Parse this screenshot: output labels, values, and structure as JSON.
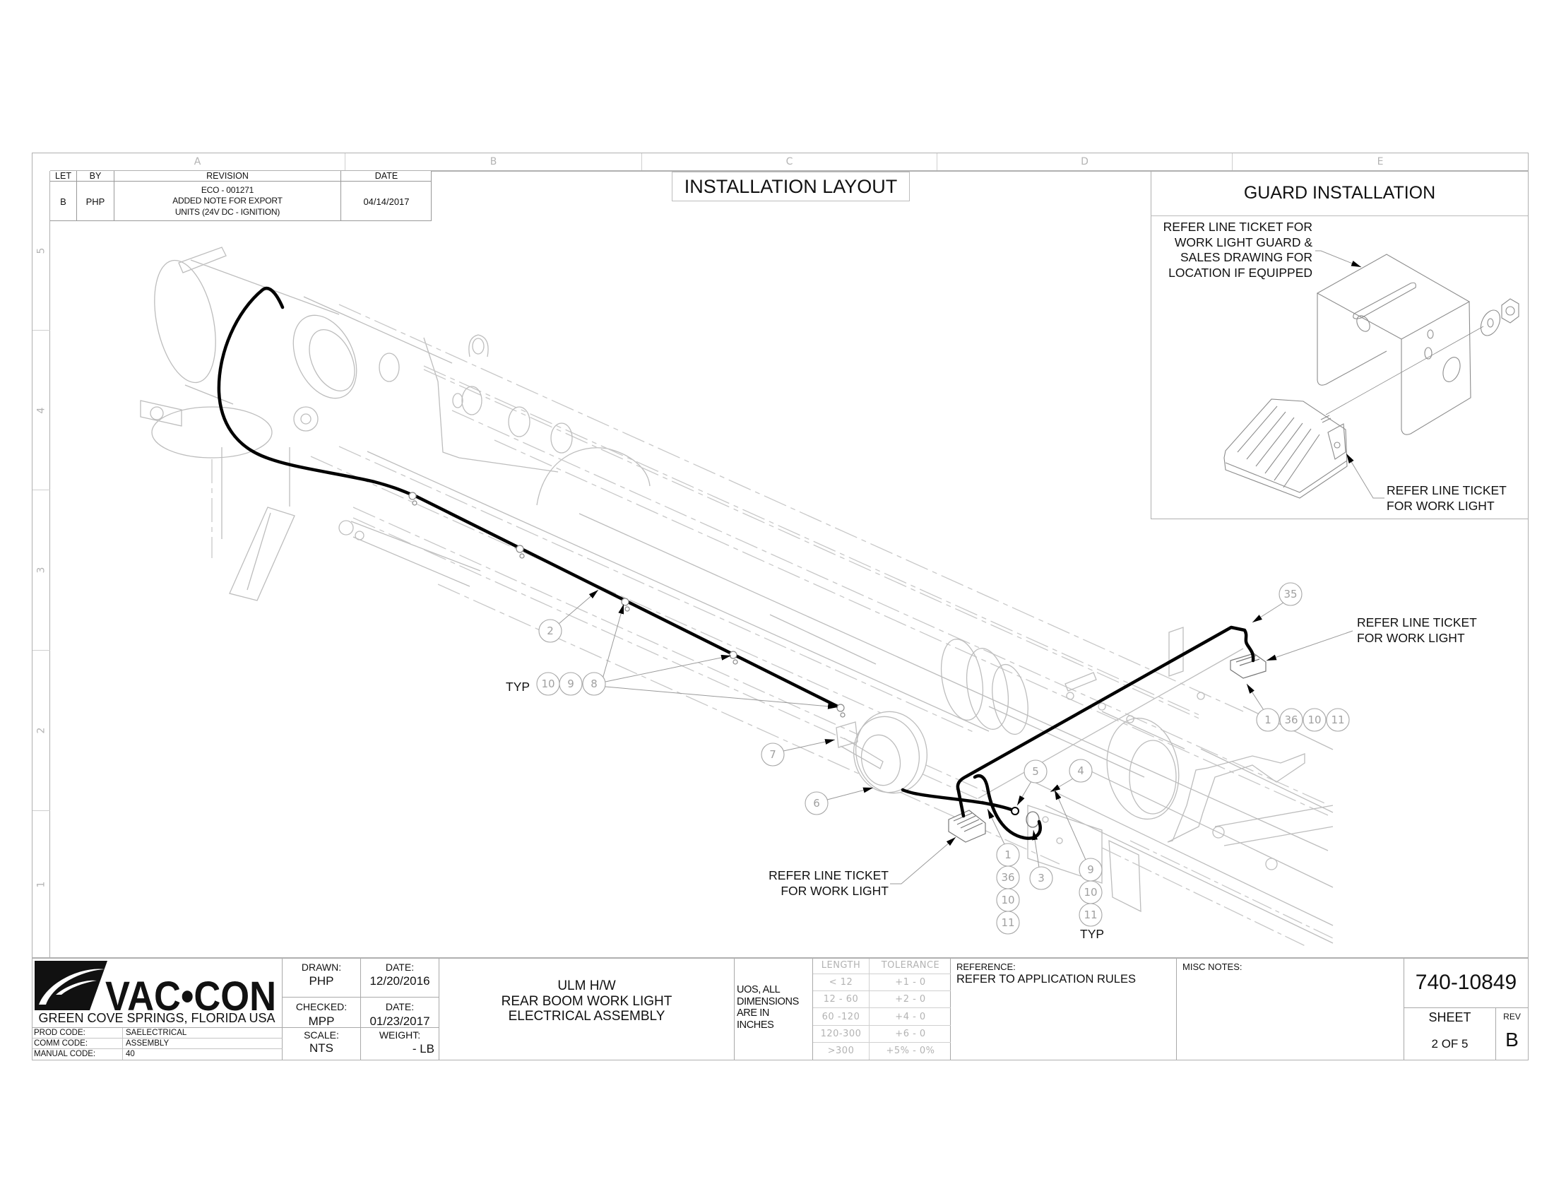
{
  "colors": {
    "wire": "#000000",
    "ghost": "#bdbdbd",
    "bubble": "#a6a6a6",
    "border": "#b0b0b0",
    "ink": "#111111"
  },
  "zones": {
    "columns": [
      "A",
      "B",
      "C",
      "D",
      "E"
    ],
    "rows": [
      "5",
      "4",
      "3",
      "2",
      "1"
    ]
  },
  "revision_table": {
    "headers": {
      "let": "LET",
      "by": "BY",
      "revision": "REVISION",
      "date": "DATE"
    },
    "rows": [
      {
        "let": "B",
        "by": "PHP",
        "revision_lines": [
          "ECO - 001271",
          "ADDED NOTE FOR EXPORT",
          "UNITS (24V DC - IGNITION)"
        ],
        "date": "04/14/2017"
      }
    ]
  },
  "view_title": "INSTALLATION LAYOUT",
  "guard_installation": {
    "title": "GUARD INSTALLATION",
    "guard_note": [
      "REFER LINE TICKET FOR",
      "WORK LIGHT GUARD &",
      "SALES DRAWING FOR",
      "LOCATION IF EQUIPPED"
    ],
    "light_note": [
      "REFER LINE TICKET",
      "FOR WORK LIGHT"
    ]
  },
  "annotations": {
    "typ_left": "TYP",
    "typ_right": "TYP",
    "work_light_note_right": [
      "REFER LINE TICKET",
      "FOR WORK LIGHT"
    ],
    "work_light_note_bottom": [
      "REFER LINE TICKET",
      "FOR WORK LIGHT"
    ]
  },
  "callouts": [
    "2",
    "10",
    "9",
    "8",
    "7",
    "6",
    "5",
    "4",
    "1",
    "36",
    "10",
    "11",
    "3",
    "9",
    "10",
    "11",
    "35",
    "1",
    "36",
    "10",
    "11"
  ],
  "title_block": {
    "company": {
      "name": "VAC•CON",
      "location": "GREEN COVE SPRINGS, FLORIDA USA"
    },
    "codes": [
      {
        "label": "PROD CODE:",
        "value": "SAELECTRICAL"
      },
      {
        "label": "COMM CODE:",
        "value": "ASSEMBLY"
      },
      {
        "label": "MANUAL CODE:",
        "value": "40"
      }
    ],
    "drawn": {
      "label": "DRAWN:",
      "value": "PHP"
    },
    "drawn_date": {
      "label": "DATE:",
      "value": "12/20/2016"
    },
    "checked": {
      "label": "CHECKED:",
      "value": "MPP"
    },
    "checked_date": {
      "label": "DATE:",
      "value": "01/23/2017"
    },
    "scale": {
      "label": "SCALE:",
      "value": "NTS"
    },
    "weight": {
      "label": "WEIGHT:",
      "value": "- LB"
    },
    "title_lines": [
      "ULM H/W",
      "REAR BOOM WORK LIGHT",
      "ELECTRICAL ASSEMBLY"
    ],
    "units_note": [
      "UOS, ALL",
      "DIMENSIONS",
      "ARE IN",
      "INCHES"
    ],
    "tolerance": {
      "headers": [
        "LENGTH",
        "TOLERANCE"
      ],
      "rows": [
        [
          "< 12",
          "+1 - 0"
        ],
        [
          "12 - 60",
          "+2 - 0"
        ],
        [
          "60 -120",
          "+4 - 0"
        ],
        [
          "120-300",
          "+6 - 0"
        ],
        [
          ">300",
          "+5% - 0%"
        ]
      ]
    },
    "reference": {
      "label": "REFERENCE:",
      "value": "REFER TO APPLICATION RULES"
    },
    "misc_notes": {
      "label": "MISC NOTES:"
    },
    "part_number": "740-10849",
    "sheet": {
      "label": "SHEET",
      "value": "2 OF 5"
    },
    "rev": {
      "label": "REV",
      "value": "B"
    }
  }
}
